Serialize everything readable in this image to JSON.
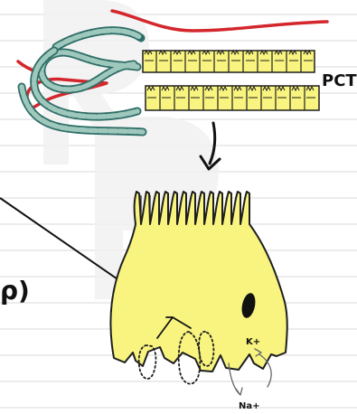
{
  "labels": {
    "pct": "PCT",
    "fragment": "ρ)",
    "potassium": "K+",
    "sodium": "Na+"
  },
  "colors": {
    "cell_fill": "#f8f47f",
    "cell_stroke": "#1f1f1f",
    "red_vessel": "#d3272d",
    "teal_coil": "#2f6e67",
    "teal_fill": "#9fc8bd",
    "paper_line": "#d9d9d9",
    "watermark": "#f1f1f1"
  },
  "icons": {
    "nucleus": "nucleus-icon",
    "arrow": "down-arrow-icon"
  }
}
